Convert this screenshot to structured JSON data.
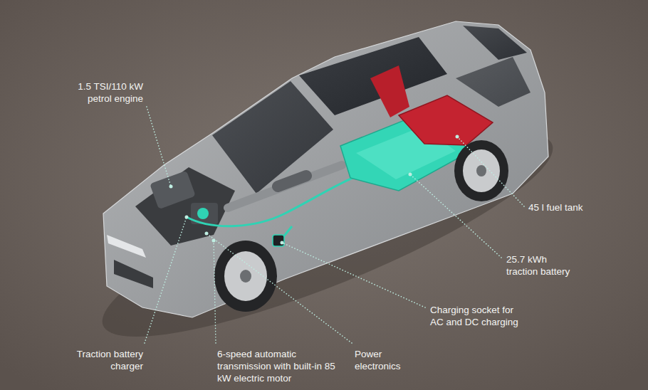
{
  "diagram": {
    "labels": [
      "1.5 TSI/110 kW petrol engine",
      "45 l fuel tank",
      "25.7 kWh traction battery",
      "Charging socket for AC and DC charging",
      "Power electronics",
      "6-speed automatic transmission with built-in 85 kW electric motor",
      "Traction battery charger"
    ]
  }
}
